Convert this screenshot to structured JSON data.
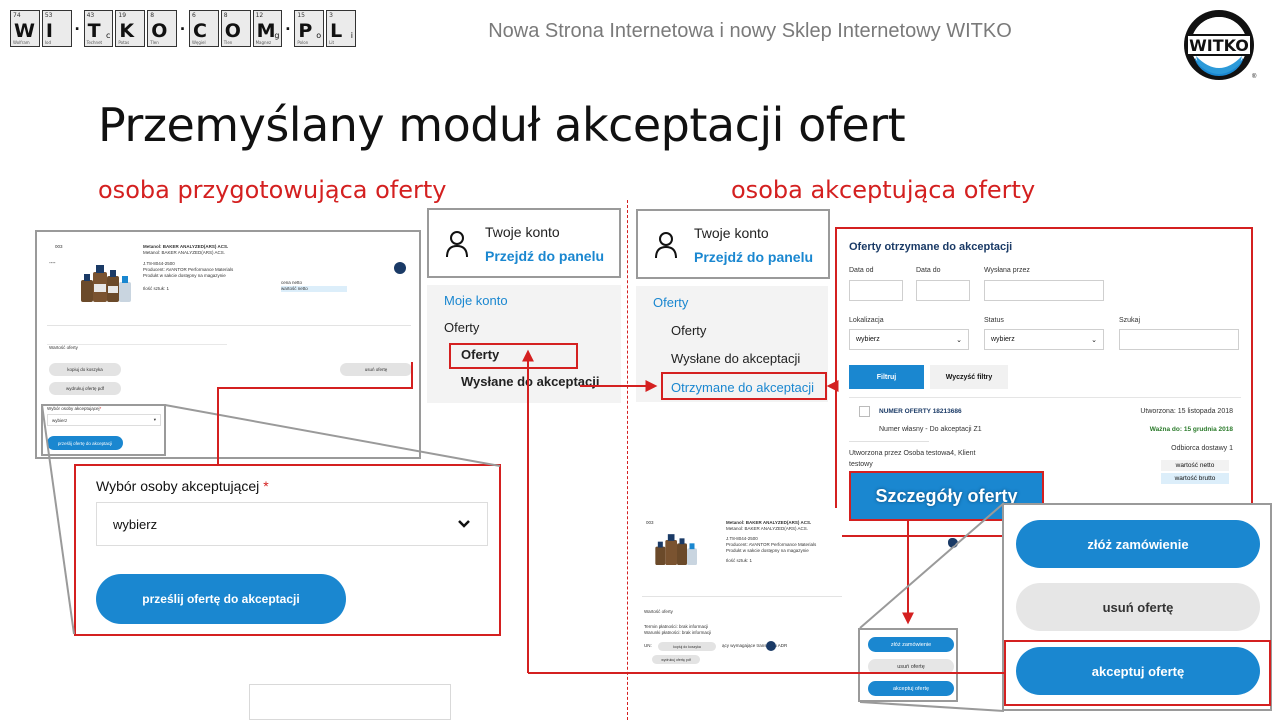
{
  "header": {
    "title": "Nowa Strona Internetowa i nowy Sklep Internetowy WITKO",
    "logo_tiles": [
      {
        "num": "74",
        "sym": "W",
        "sub": "",
        "name": "Wolfram"
      },
      {
        "num": "53",
        "sym": "I",
        "sub": "",
        "name": "Iod"
      },
      {
        "num": "43",
        "sym": "T",
        "sub": "c",
        "name": "Technet"
      },
      {
        "num": "19",
        "sym": "K",
        "sub": "",
        "name": "Potas"
      },
      {
        "num": "8",
        "sym": "O",
        "sub": "",
        "name": "Tlen"
      },
      {
        "num": "6",
        "sym": "C",
        "sub": "",
        "name": "Węgiel"
      },
      {
        "num": "8",
        "sym": "O",
        "sub": "",
        "name": "Tlen"
      },
      {
        "num": "12",
        "sym": "M",
        "sub": "g",
        "name": "Magnez"
      },
      {
        "num": "15",
        "sym": "P",
        "sub": "o",
        "name": "Polon"
      },
      {
        "num": "3",
        "sym": "L",
        "sub": "i",
        "name": "Lit"
      }
    ],
    "brand_logo_text": "WITKO"
  },
  "slide": {
    "title": "Przemyślany moduł akceptacji ofert",
    "subtitle_left": "osoba przygotowująca oferty",
    "subtitle_right": "osoba akceptująca oferty"
  },
  "product_left": {
    "code": "003",
    "name": "Metanol: BAKER ANALYZED(ARS) ACS.",
    "subname": "Metanol: BAKER ANALYZED(ARS) ACS.",
    "ref": "J.T8-8044-2500",
    "producer": "Producent: AVANTOR Performance Materials",
    "stock": "Produkt w sakcie dostępny na magazynie",
    "qty": "Ilość sztuk: 1",
    "netto_label": "cena netto",
    "brutto_label": "wartość netto",
    "value_label": "Wartość oferty",
    "btn_cart": "kopiuj do koszyka",
    "btn_pdf": "wydrukuj ofertę pdf",
    "btn_delete": "usuń ofertę",
    "select_label": "Wybór osoby akceptującej",
    "select_value": "wybierz",
    "btn_send": "prześlij ofertę do akceptacji"
  },
  "zoom_select": {
    "label": "Wybór osoby akceptującej",
    "required_mark": "*",
    "value": "wybierz",
    "button": "prześlij ofertę do akceptacji"
  },
  "account_left": {
    "title": "Twoje konto",
    "link": "Przejdź do panelu",
    "menu_heading": "Moje konto",
    "menu_items": [
      "Oferty",
      "Oferty",
      "Wysłane do akceptacji"
    ]
  },
  "account_right": {
    "title": "Twoje konto",
    "link": "Przejdź do panelu",
    "menu_heading": "Oferty",
    "menu_items": [
      "Oferty",
      "Wysłane do akceptacji",
      "Otrzymane do akceptacji"
    ]
  },
  "offers_panel": {
    "title": "Oferty otrzymane do akceptacji",
    "labels": {
      "date_from": "Data od",
      "date_to": "Data do",
      "sent_by": "Wysłana przez",
      "location": "Lokalizacja",
      "status": "Status",
      "search": "Szukaj"
    },
    "location_value": "wybierz",
    "status_value": "wybierz",
    "btn_filter": "Filtruj",
    "btn_clear": "Wyczyść filtry",
    "offer": {
      "number": "NUMER OFERTY 18213686",
      "created": "Utworzona: 15 listopada 2018",
      "own_number": "Numer własny - Do akceptacji Z1",
      "valid_label": "Ważna do:",
      "valid_date": "15 grudnia 2018",
      "recipient": "Odbiorca dostawy 1",
      "created_by": "Utworzona przez Osoba testowa4, Klient testowy",
      "netto": "wartość netto",
      "brutto": "wartość brutto"
    },
    "details_button": "Szczegóły oferty"
  },
  "product_right": {
    "code": "003",
    "name": "Metanol: BAKER ANALYZED(ARS) ACS.",
    "subname": "Metanol: BAKER ANALYZED(ARS) ACS.",
    "ref": "J.T8-8044-2500",
    "producer": "Producent: AVANTOR Performance Materials",
    "stock": "Produkt w sakcie dostępny na magazynie",
    "qty": "Ilość sztuk: 1",
    "value_label": "Wartość oferty",
    "term1": "Termin płatności: brak informacji",
    "term2": "Warunki płatności: brak informacji",
    "un": "UN:",
    "transport": "ący wymagające transportu ADR",
    "btn_cart": "kopiuj do koszyka",
    "btn_pdf": "wydrukuj ofertę pdf"
  },
  "small_buttons": {
    "order": "złóż zamówienie",
    "delete": "usuń ofertę",
    "accept": "akceptuj ofertę"
  },
  "big_buttons": {
    "order": "złóż zamówienie",
    "delete": "usuń ofertę",
    "accept": "akceptuj ofertę"
  },
  "colors": {
    "accent_blue": "#1a87d0",
    "highlight_red": "#d42020",
    "navy": "#1a3a66"
  }
}
